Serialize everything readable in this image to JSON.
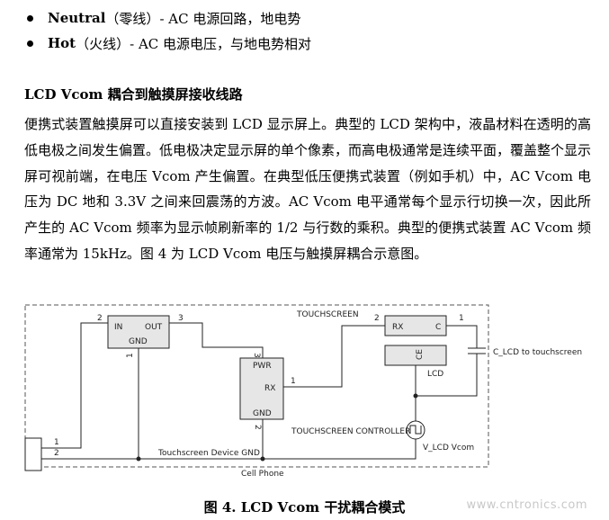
{
  "bullets": [
    {
      "term": "Neutral",
      "note": "（零线）",
      "desc": " - AC 电源回路，地电势"
    },
    {
      "term": "Hot",
      "note": "（火线）",
      "desc": " - AC 电源电压，与地电势相对"
    }
  ],
  "section": {
    "heading": "LCD Vcom 耦合到触摸屏接收线路",
    "paragraph": "便携式装置触摸屏可以直接安装到 LCD 显示屏上。典型的 LCD 架构中，液晶材料在透明的高低电极之间发生偏置。低电极决定显示屏的单个像素，而高电极通常是连续平面，覆盖整个显示屏可视前端，在电压 Vcom 产生偏置。在典型低压便携式装置（例如手机）中，AC Vcom 电压为 DC 地和 3.3V 之间来回震荡的方波。AC Vcom 电平通常每个显示行切换一次，因此所产生的 AC Vcom 频率为显示帧刷新率的 1/2 与行数的乘积。典型的便携式装置 AC Vcom 频率通常为 15kHz。图 4 为 LCD Vcom 电压与触摸屏耦合示意图。"
  },
  "diagram": {
    "touchscreen_label": "TOUCHSCREEN",
    "regulator": {
      "in": "IN",
      "out": "OUT",
      "gnd": "GND",
      "pin_in": "2",
      "pin_out": "3",
      "pin_gnd": "1"
    },
    "controller": {
      "pwr": "PWR",
      "rx": "RX",
      "gnd": "GND",
      "pin_pwr": "3",
      "pin_rx": "1",
      "pin_gnd": "2",
      "name": "TOUCHSCREEN CONTROLLER"
    },
    "touch_panel": {
      "rx": "RX",
      "c": "C",
      "pin_rx": "2",
      "pin_c": "1"
    },
    "lcd": {
      "ce": "CE",
      "name": "LCD"
    },
    "capacitor_label": "C_LCD to touchscreen",
    "source_label": "V_LCD Vcom",
    "connector": {
      "pin1": "1",
      "pin2": "2"
    },
    "ground_label": "Touchscreen Device GND",
    "phone_label": "Cell Phone"
  },
  "caption": "图 4. LCD Vcom 干扰耦合模式",
  "watermark": "www.cntronics.com"
}
